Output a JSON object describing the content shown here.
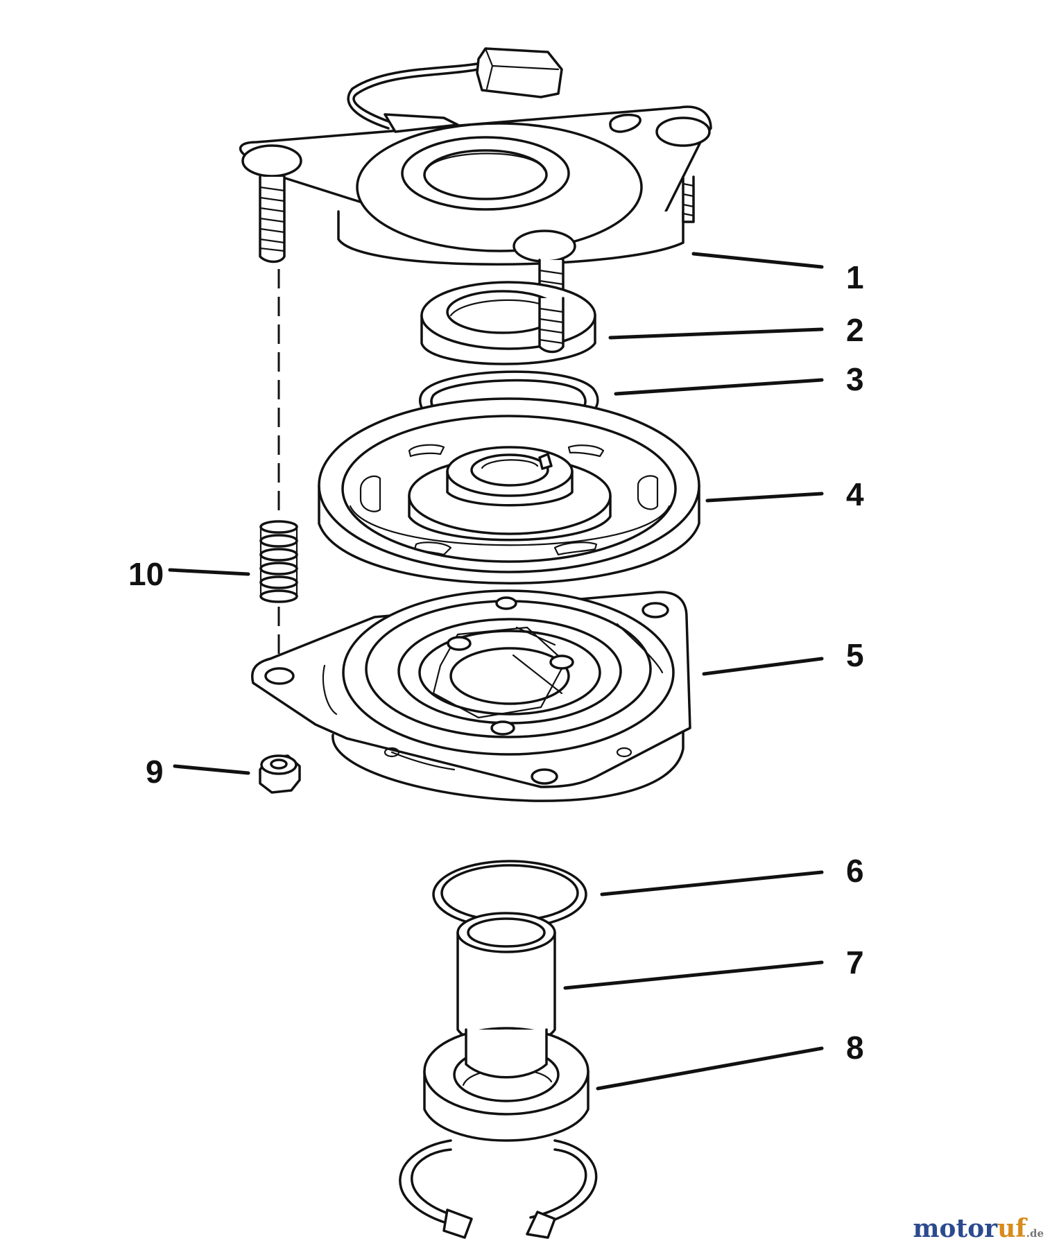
{
  "callouts": {
    "c1": "1",
    "c2": "2",
    "c3": "3",
    "c4": "4",
    "c5": "5",
    "c6": "6",
    "c7": "7",
    "c8": "8",
    "c9": "9",
    "c10": "10"
  },
  "watermark": {
    "brand_main": "motor",
    "brand_accent": "uf",
    "brand_tld": ".de",
    "colors": {
      "main": "#2b4a8f",
      "accent": "#d88a1a"
    }
  }
}
